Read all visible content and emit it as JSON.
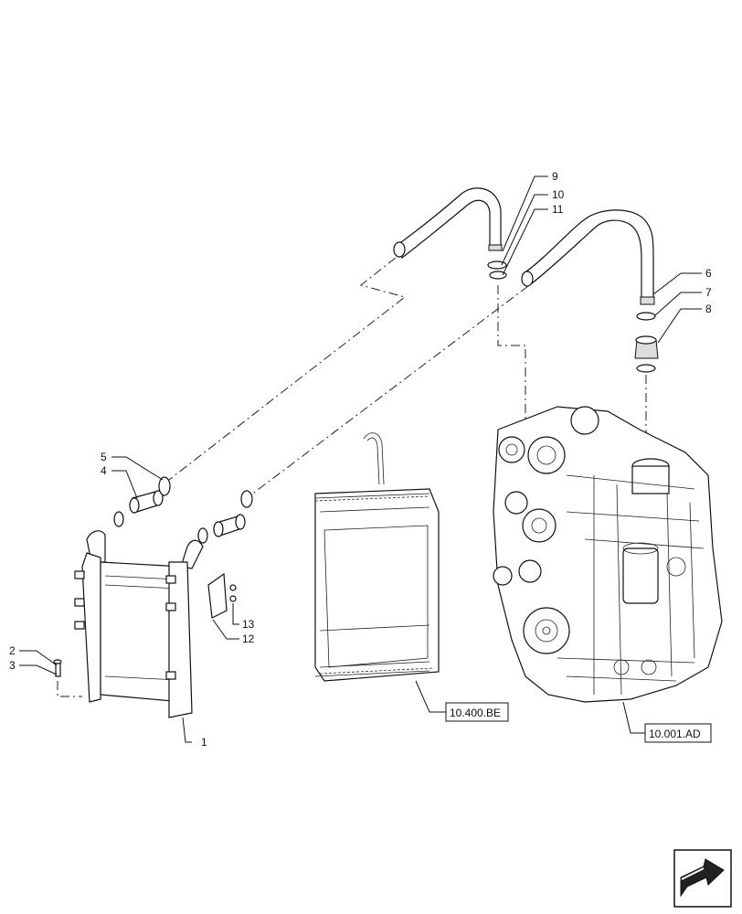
{
  "callouts": {
    "c1": "1",
    "c2": "2",
    "c3": "3",
    "c4": "4",
    "c5": "5",
    "c6": "6",
    "c7": "7",
    "c8": "8",
    "c9": "9",
    "c10": "10",
    "c11": "11",
    "c12": "12",
    "c13": "13"
  },
  "references": {
    "radiator": "10.400.BE",
    "engine": "10.001.AD"
  }
}
